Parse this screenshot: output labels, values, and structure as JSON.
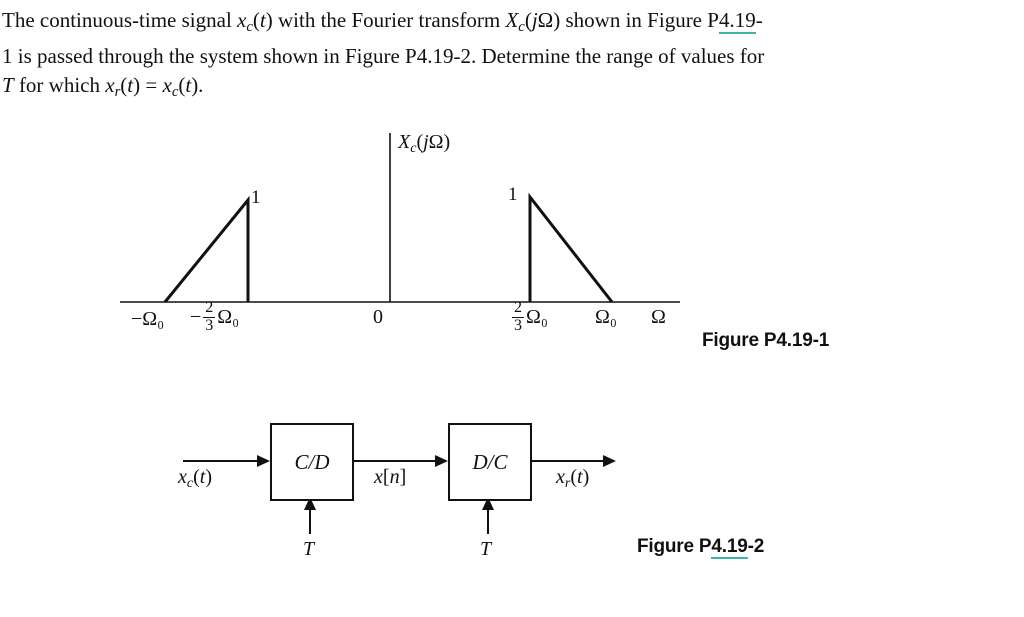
{
  "page": {
    "background": "#ffffff",
    "text_color": "#111111",
    "underline_accent": "#3fb3ab"
  },
  "problem": {
    "lines": [
      [
        {
          "t": "The continuous-time signal ",
          "st": "r"
        },
        {
          "t": "x",
          "st": "i"
        },
        {
          "t": "c",
          "st": "sub"
        },
        {
          "t": "(",
          "st": "r"
        },
        {
          "t": "t",
          "st": "i"
        },
        {
          "t": ") with the Fourier transform ",
          "st": "r"
        },
        {
          "t": "X",
          "st": "i"
        },
        {
          "t": "c",
          "st": "sub"
        },
        {
          "t": "(",
          "st": "r"
        },
        {
          "t": "j",
          "st": "i"
        },
        {
          "t": "Ω) shown in Figure P",
          "st": "r"
        },
        {
          "t": "4.19",
          "st": "u"
        },
        {
          "t": "-",
          "st": "r"
        }
      ],
      [
        {
          "t": "1 is passed through the system shown in Figure P4.19-2. Determine the range of values for",
          "st": "r"
        }
      ],
      [
        {
          "t": "T",
          "st": "i"
        },
        {
          "t": " for which ",
          "st": "r"
        },
        {
          "t": "x",
          "st": "i"
        },
        {
          "t": "r",
          "st": "sub"
        },
        {
          "t": "(",
          "st": "r"
        },
        {
          "t": "t",
          "st": "i"
        },
        {
          "t": ") = ",
          "st": "r"
        },
        {
          "t": "x",
          "st": "i"
        },
        {
          "t": "c",
          "st": "sub"
        },
        {
          "t": "(",
          "st": "r"
        },
        {
          "t": "t",
          "st": "i"
        },
        {
          "t": ").",
          "st": "r"
        }
      ]
    ]
  },
  "figure1": {
    "axis_title": [
      {
        "t": "X",
        "st": "i"
      },
      {
        "t": "c",
        "st": "sub"
      },
      {
        "t": "(",
        "st": "r"
      },
      {
        "t": "j",
        "st": "i"
      },
      {
        "t": "Ω)",
        "st": "r"
      }
    ],
    "peak_left_label": "1",
    "peak_right_label": "1",
    "tick_neg_omega0": "−Ω₀",
    "tick_neg_frac": {
      "sign": "−",
      "num": "2",
      "den": "3",
      "suffix": "Ω₀"
    },
    "tick_zero": "0",
    "tick_pos_frac": {
      "num": "2",
      "den": "3",
      "suffix": "Ω₀"
    },
    "tick_omega0": "Ω₀",
    "axis_end_label": "Ω",
    "caption": "Figure P4.19-1",
    "spectrum": {
      "left_triangle": {
        "start": "−Ω₀",
        "peak_at": "−(2/3)Ω₀",
        "height": 1
      },
      "right_triangle": {
        "peak_at": "(2/3)Ω₀",
        "end": "Ω₀",
        "height": 1
      }
    }
  },
  "figure2": {
    "input_label": [
      {
        "t": "x",
        "st": "i"
      },
      {
        "t": "c",
        "st": "sub"
      },
      {
        "t": "(",
        "st": "r"
      },
      {
        "t": "t",
        "st": "i"
      },
      {
        "t": ")",
        "st": "r"
      }
    ],
    "block_cd_label": "C/D",
    "middle_label": [
      {
        "t": "x",
        "st": "i"
      },
      {
        "t": "[",
        "st": "r"
      },
      {
        "t": "n",
        "st": "i"
      },
      {
        "t": "]",
        "st": "r"
      }
    ],
    "block_dc_label": "D/C",
    "output_label": [
      {
        "t": "x",
        "st": "i"
      },
      {
        "t": "r",
        "st": "sub"
      },
      {
        "t": "(",
        "st": "r"
      },
      {
        "t": "t",
        "st": "i"
      },
      {
        "t": ")",
        "st": "r"
      }
    ],
    "period_label_cd": "T",
    "period_label_dc": "T",
    "caption": [
      {
        "t": "Figure P",
        "st": "r"
      },
      {
        "t": "4.19",
        "st": "u"
      },
      {
        "t": "-2",
        "st": "r"
      }
    ]
  }
}
